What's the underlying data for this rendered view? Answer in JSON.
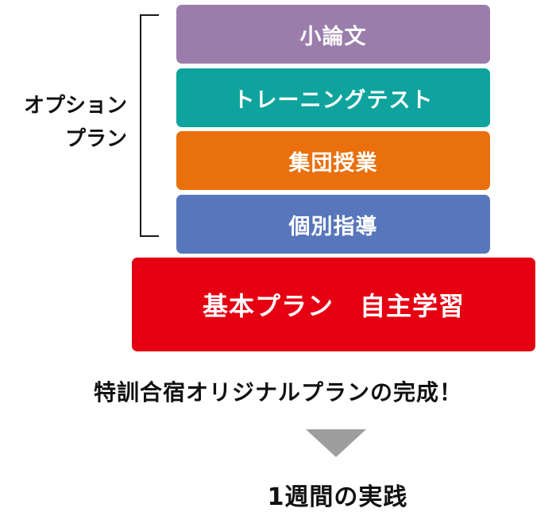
{
  "option_plan": {
    "label_line1": "オプション",
    "label_line2": "プラン"
  },
  "layers": [
    {
      "label": "小論文",
      "color": "#9a7dab"
    },
    {
      "label": "トレーニングテスト",
      "color": "#0ea39d"
    },
    {
      "label": "集団授業",
      "color": "#e9700d"
    },
    {
      "label": "個別指導",
      "color": "#5776bb"
    }
  ],
  "basic_plan": {
    "label": "基本プラン　自主学習",
    "color": "#e50012"
  },
  "completion_text": "特訓合宿オリジナルプランの完成！",
  "arrow_color": "#9e9e9e",
  "result_text": "1週間の実践"
}
